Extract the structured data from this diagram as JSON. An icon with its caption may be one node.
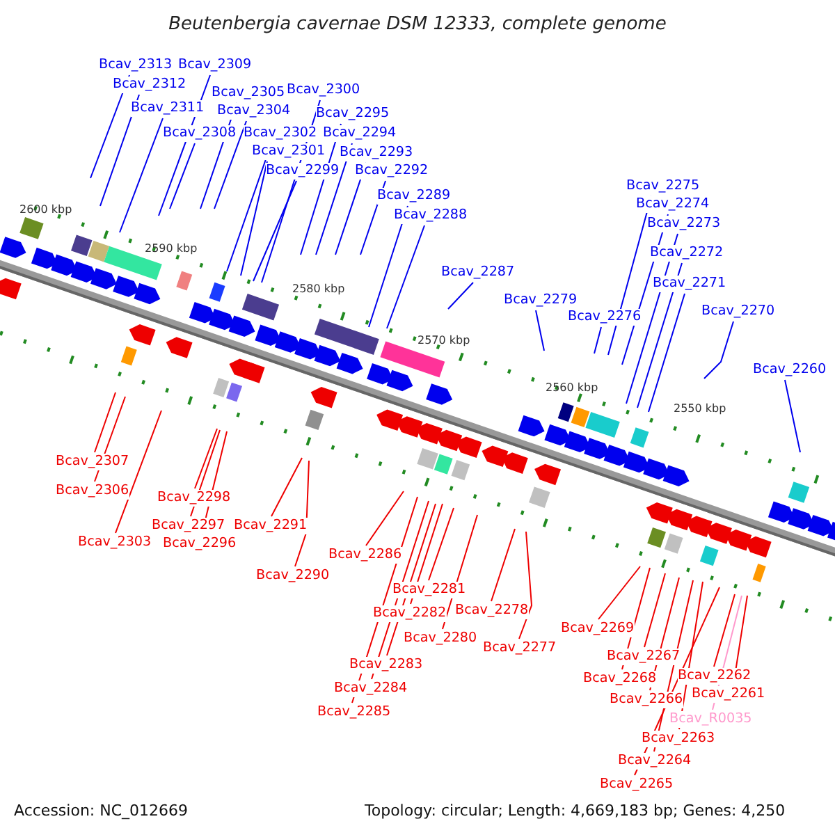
{
  "diagram": {
    "title": "Beutenbergia cavernae DSM 12333, complete genome",
    "nodes": [
      {
        "text": [
          "Bcav_2313"
        ]
      },
      {
        "text": [
          "Bcav_2309"
        ]
      },
      {
        "text": [
          "Bcav_2312"
        ]
      },
      {
        "text": [
          "Bcav_2305"
        ]
      },
      {
        "text": [
          "Bcav_2300"
        ]
      },
      {
        "text": [
          "Bcav_2311"
        ]
      },
      {
        "text": [
          "Bcav_2304"
        ]
      },
      {
        "text": [
          "Bcav_2295"
        ]
      },
      {
        "text": [
          "Bcav_2308"
        ]
      },
      {
        "text": [
          "Bcav_2302"
        ]
      },
      {
        "text": [
          "Bcav_2294"
        ]
      },
      {
        "text": [
          "Bcav_2301"
        ]
      },
      {
        "text": [
          "Bcav_2293"
        ]
      },
      {
        "text": [
          "Bcav_2299"
        ]
      },
      {
        "text": [
          "Bcav_2292"
        ]
      },
      {
        "text": [
          "Bcav_2289"
        ]
      },
      {
        "text": [
          "Bcav_2288"
        ]
      },
      {
        "text": [
          "Bcav_2287"
        ]
      },
      {
        "text": [
          "Bcav_2275"
        ]
      },
      {
        "text": [
          "Bcav_2274"
        ]
      },
      {
        "text": [
          "Bcav_2273"
        ]
      },
      {
        "text": [
          "Bcav_2272"
        ]
      },
      {
        "text": [
          "Bcav_2279"
        ]
      },
      {
        "text": [
          "Bcav_2271"
        ]
      },
      {
        "text": [
          "Bcav_2276"
        ]
      },
      {
        "text": [
          "Bcav_2270"
        ]
      },
      {
        "text": [
          "Bcav_2260"
        ]
      },
      {
        "text": [
          "Bcav_2307"
        ]
      },
      {
        "text": [
          "Bcav_2306"
        ]
      },
      {
        "text": [
          "Bcav_2298"
        ]
      },
      {
        "text": [
          "Bcav_2303"
        ]
      },
      {
        "text": [
          "Bcav_2297"
        ]
      },
      {
        "text": [
          "Bcav_2296"
        ]
      },
      {
        "text": [
          "Bcav_2291"
        ]
      },
      {
        "text": [
          "Bcav_2290"
        ]
      },
      {
        "text": [
          "Bcav_2286"
        ]
      },
      {
        "text": [
          "Bcav_2281"
        ]
      },
      {
        "text": [
          "Bcav_2282"
        ]
      },
      {
        "text": [
          "Bcav_2280"
        ]
      },
      {
        "text": [
          "Bcav_2278"
        ]
      },
      {
        "text": [
          "Bcav_2283"
        ]
      },
      {
        "text": [
          "Bcav_2277"
        ]
      },
      {
        "text": [
          "Bcav_2284"
        ]
      },
      {
        "text": [
          "Bcav_2285"
        ]
      },
      {
        "text": [
          "Bcav_2269"
        ]
      },
      {
        "text": [
          "Bcav_2267"
        ]
      },
      {
        "text": [
          "Bcav_2268"
        ]
      },
      {
        "text": [
          "Bcav_2266"
        ]
      },
      {
        "text": [
          "Bcav_2262"
        ]
      },
      {
        "text": [
          "Bcav_2261"
        ]
      },
      {
        "text": [
          "Bcav_R0035"
        ]
      },
      {
        "text": [
          "Bcav_2263"
        ]
      },
      {
        "text": [
          "Bcav_2264"
        ]
      },
      {
        "text": [
          "Bcav_2265"
        ]
      }
    ],
    "edges": [
      {
        "from": 0,
        "to": null,
        "arrow": "none",
        "color": "#0000ee"
      },
      {
        "from": 1,
        "to": null,
        "arrow": "none",
        "color": "#0000ee"
      },
      {
        "from": 2,
        "to": null,
        "arrow": "none",
        "color": "#0000ee"
      },
      {
        "from": 3,
        "to": null,
        "arrow": "none",
        "color": "#0000ee"
      },
      {
        "from": 4,
        "to": null,
        "arrow": "none",
        "color": "#0000ee"
      },
      {
        "from": 5,
        "to": null,
        "arrow": "none",
        "color": "#0000ee"
      },
      {
        "from": 6,
        "to": null,
        "arrow": "none",
        "color": "#0000ee"
      },
      {
        "from": 7,
        "to": null,
        "arrow": "none",
        "color": "#0000ee"
      },
      {
        "from": 8,
        "to": null,
        "arrow": "none",
        "color": "#0000ee"
      },
      {
        "from": 9,
        "to": null,
        "arrow": "none",
        "color": "#0000ee"
      },
      {
        "from": 10,
        "to": null,
        "arrow": "none",
        "color": "#0000ee"
      },
      {
        "from": 11,
        "to": null,
        "arrow": "none",
        "color": "#0000ee"
      },
      {
        "from": 12,
        "to": null,
        "arrow": "none",
        "color": "#0000ee"
      },
      {
        "from": 13,
        "to": null,
        "arrow": "none",
        "color": "#0000ee"
      },
      {
        "from": 14,
        "to": null,
        "arrow": "none",
        "color": "#0000ee"
      },
      {
        "from": 15,
        "to": null,
        "arrow": "none",
        "color": "#0000ee"
      },
      {
        "from": 16,
        "to": null,
        "arrow": "none",
        "color": "#0000ee"
      },
      {
        "from": 17,
        "to": null,
        "arrow": "none",
        "color": "#0000ee"
      },
      {
        "from": 18,
        "to": null,
        "arrow": "none",
        "color": "#0000ee"
      },
      {
        "from": 19,
        "to": null,
        "arrow": "none",
        "color": "#0000ee"
      },
      {
        "from": 20,
        "to": null,
        "arrow": "none",
        "color": "#0000ee"
      },
      {
        "from": 21,
        "to": null,
        "arrow": "none",
        "color": "#0000ee"
      },
      {
        "from": 22,
        "to": null,
        "arrow": "none",
        "color": "#0000ee"
      },
      {
        "from": 23,
        "to": null,
        "arrow": "none",
        "color": "#0000ee"
      },
      {
        "from": 24,
        "to": null,
        "arrow": "none",
        "color": "#0000ee"
      },
      {
        "from": 25,
        "to": null,
        "arrow": "none",
        "color": "#0000ee"
      },
      {
        "from": 26,
        "to": null,
        "arrow": "none",
        "color": "#0000ee"
      },
      {
        "from": 27,
        "to": null,
        "arrow": "none",
        "color": "#ee0000"
      },
      {
        "from": 28,
        "to": null,
        "arrow": "none",
        "color": "#ee0000"
      },
      {
        "from": 29,
        "to": null,
        "arrow": "none",
        "color": "#ee0000"
      },
      {
        "from": 30,
        "to": null,
        "arrow": "none",
        "color": "#ee0000"
      },
      {
        "from": 31,
        "to": null,
        "arrow": "none",
        "color": "#ee0000"
      },
      {
        "from": 32,
        "to": null,
        "arrow": "none",
        "color": "#ee0000"
      },
      {
        "from": 33,
        "to": null,
        "arrow": "none",
        "color": "#ee0000"
      },
      {
        "from": 34,
        "to": null,
        "arrow": "none",
        "color": "#ee0000"
      },
      {
        "from": 35,
        "to": null,
        "arrow": "none",
        "color": "#ee0000"
      },
      {
        "from": 36,
        "to": null,
        "arrow": "none",
        "color": "#ee0000"
      },
      {
        "from": 37,
        "to": null,
        "arrow": "none",
        "color": "#ee0000"
      },
      {
        "from": 38,
        "to": null,
        "arrow": "none",
        "color": "#ee0000"
      },
      {
        "from": 39,
        "to": null,
        "arrow": "none",
        "color": "#ee0000"
      },
      {
        "from": 40,
        "to": null,
        "arrow": "none",
        "color": "#ee0000"
      },
      {
        "from": 41,
        "to": null,
        "arrow": "none",
        "color": "#ee0000"
      },
      {
        "from": 42,
        "to": null,
        "arrow": "none",
        "color": "#ee0000"
      },
      {
        "from": 43,
        "to": null,
        "arrow": "none",
        "color": "#ee0000"
      },
      {
        "from": 44,
        "to": null,
        "arrow": "none",
        "color": "#ee0000"
      },
      {
        "from": 45,
        "to": null,
        "arrow": "none",
        "color": "#ee0000"
      },
      {
        "from": 46,
        "to": null,
        "arrow": "none",
        "color": "#ee0000"
      },
      {
        "from": 47,
        "to": null,
        "arrow": "none",
        "color": "#ee0000"
      },
      {
        "from": 48,
        "to": null,
        "arrow": "none",
        "color": "#ee0000"
      },
      {
        "from": 49,
        "to": null,
        "arrow": "none",
        "color": "#ee0000"
      },
      {
        "from": 50,
        "to": null,
        "arrow": "none",
        "color": "#ff99cc"
      },
      {
        "from": 51,
        "to": null,
        "arrow": "none",
        "color": "#ee0000"
      },
      {
        "from": 52,
        "to": null,
        "arrow": "none",
        "color": "#ee0000"
      },
      {
        "from": 53,
        "to": null,
        "arrow": "none",
        "color": "#ee0000"
      }
    ],
    "labels": [
      "2600 kbp",
      "2590 kbp",
      "2580 kbp",
      "2570 kbp",
      "2560 kbp",
      "2550 kbp",
      "Accession: NC_012669",
      "Topology: circular; Length: 4,669,183 bp; Genes: 4,250"
    ]
  }
}
